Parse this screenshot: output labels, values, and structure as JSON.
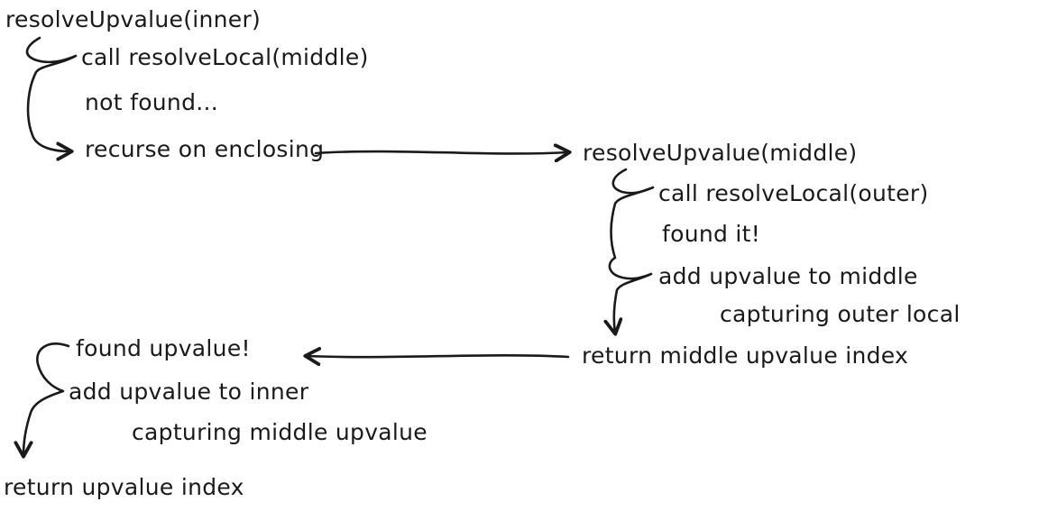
{
  "colors": {
    "ink": "#1a1a1a",
    "background": "#ffffff"
  },
  "nodes": {
    "inner_header": "resolveUpvalue(inner)",
    "inner_call_local": "call resolveLocal(middle)",
    "inner_not_found": "not found...",
    "inner_recurse": "recurse on enclosing",
    "middle_header": "resolveUpvalue(middle)",
    "middle_call_local": "call resolveLocal(outer)",
    "middle_found": "found it!",
    "middle_add_upvalue": "add upvalue to middle",
    "middle_capturing": "capturing outer local",
    "middle_return": "return middle upvalue index",
    "inner_found_upvalue": "found upvalue!",
    "inner_add_upvalue": "add upvalue to inner",
    "inner_capturing": "capturing middle upvalue",
    "inner_return": "return upvalue index"
  },
  "arrows": {
    "inner_hook": "curly hook from resolveUpvalue(inner) to call/recurse with right arrow",
    "recurse_to_middle": "horizontal arrow from recurse on enclosing to resolveUpvalue(middle)",
    "middle_hook": "curly hook from resolveUpvalue(middle) down to return with down arrow",
    "return_to_found": "horizontal arrow from return middle upvalue index back to found upvalue!",
    "found_hook": "curly hook from found upvalue! down to return upvalue index with down arrow"
  }
}
